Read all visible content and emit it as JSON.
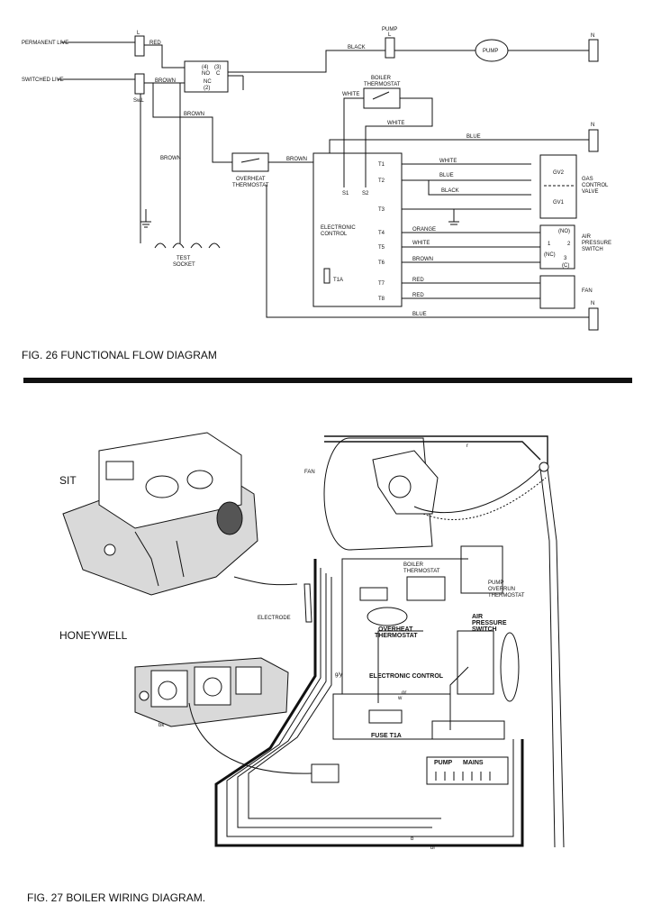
{
  "fig26": {
    "caption": "FIG. 26 FUNCTIONAL FLOW DIAGRAM",
    "permanent_live": "PERMANENT LIVE",
    "switched_live": "SWITCHED LIVE",
    "l": "L",
    "swl": "SwL",
    "red": "RED",
    "brown": "BROWN",
    "black": "BLACK",
    "white": "WHITE",
    "blue": "BLUE",
    "orange": "ORANGE",
    "pump_top": "PUMP",
    "pump_circle": "PUMP",
    "n": "N",
    "relay_4": "(4)",
    "relay_no": "NO",
    "relay_3": "(3)",
    "relay_c": "C",
    "relay_nc": "NC",
    "relay_2": "(2)",
    "boiler_thermostat_1": "BOILER",
    "boiler_thermostat_2": "THERMOSTAT",
    "overheat_1": "OVERHEAT",
    "overheat_2": "THERMOSTAT",
    "test_1": "TEST",
    "test_2": "SOCKET",
    "electronic_1": "ELECTRONIC",
    "electronic_2": "CONTROL",
    "s1": "S1",
    "s2": "S2",
    "t1a": "T1A",
    "terminals": [
      "T1",
      "T2",
      "T3",
      "T4",
      "T5",
      "T6",
      "T7",
      "T8"
    ],
    "gv2": "GV2",
    "gv1": "GV1",
    "gas_1": "GAS",
    "gas_2": "CONTROL",
    "gas_3": "VALVE",
    "no": "(NO)",
    "nc": "(NC)",
    "c": "(C)",
    "aps_1": "1",
    "aps_2": "2",
    "aps_3": "3",
    "air_1": "AIR",
    "air_2": "PRESSURE",
    "air_3": "SWITCH",
    "fan": "FAN"
  },
  "fig27": {
    "caption": "FIG. 27 BOILER WIRING DIAGRAM.",
    "sit": "SIT",
    "honeywell": "HONEYWELL",
    "fan": "FAN",
    "electrode": "ELECTRODE",
    "boiler_1": "BOILER",
    "boiler_2": "THERMOSTAT",
    "overheat_1": "OVERHEAT",
    "overheat_2": "THERMOSTAT",
    "pump_overrun_1": "PUMP",
    "pump_overrun_2": "OVERRUN",
    "pump_overrun_3": "THERMOSTAT",
    "aps_1": "AIR",
    "aps_2": "PRESSURE",
    "aps_3": "SWITCH",
    "electronic": "ELECTRONIC CONTROL",
    "fuse": "FUSE T1A",
    "pump": "PUMP",
    "mains": "MAINS",
    "wire_codes": [
      "r",
      "bk",
      "b",
      "br",
      "g/y",
      "w",
      "or"
    ]
  }
}
